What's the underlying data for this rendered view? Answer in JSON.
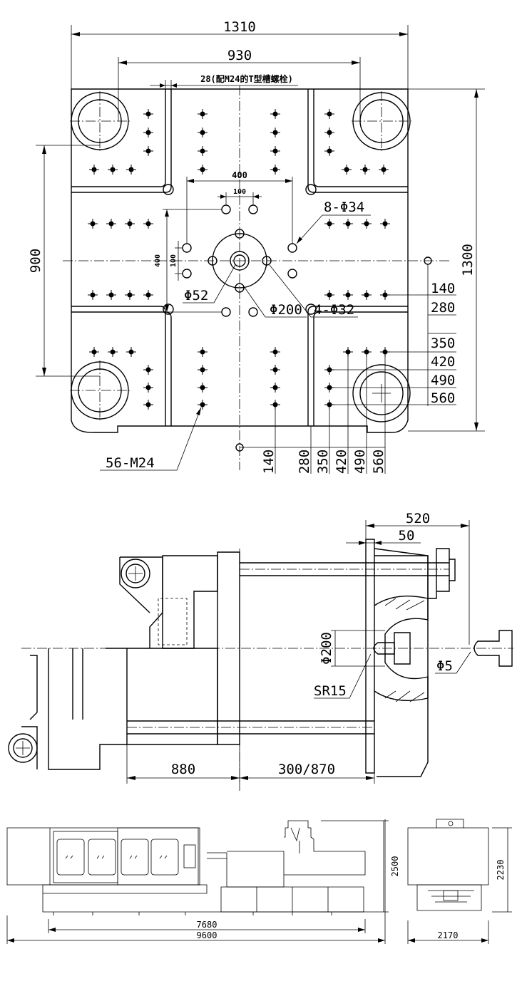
{
  "platen": {
    "width": "1310",
    "tiebar_span_h": "930",
    "tslot": "28(配M24的T型槽螺栓)",
    "height": "1300",
    "tiebar_span_v": "900",
    "hole_span": "400",
    "hole_pitch": "100",
    "hole_span_v": "400",
    "hole_pitch_v": "100",
    "hole_spec": "8-Φ34",
    "center_bore": "Φ52",
    "locating_ring": "Φ200",
    "ejector_holes": "4-Φ32",
    "thread_holes": "56-M24",
    "right_offsets": [
      "140",
      "280",
      "350",
      "420",
      "490",
      "560"
    ],
    "bottom_offsets": [
      "140",
      "280",
      "350",
      "420",
      "490",
      "560"
    ]
  },
  "side": {
    "stroke_total": "520",
    "offset": "50",
    "ring_dia": "Φ200",
    "nozzle_radius": "SR15",
    "nozzle_hole": "Φ5",
    "clamp_len": "880",
    "open_stroke": "300/870"
  },
  "machine": {
    "len_frame": "7680",
    "len_total": "9600",
    "height": "2500",
    "width": "2170",
    "height_end": "2230"
  }
}
